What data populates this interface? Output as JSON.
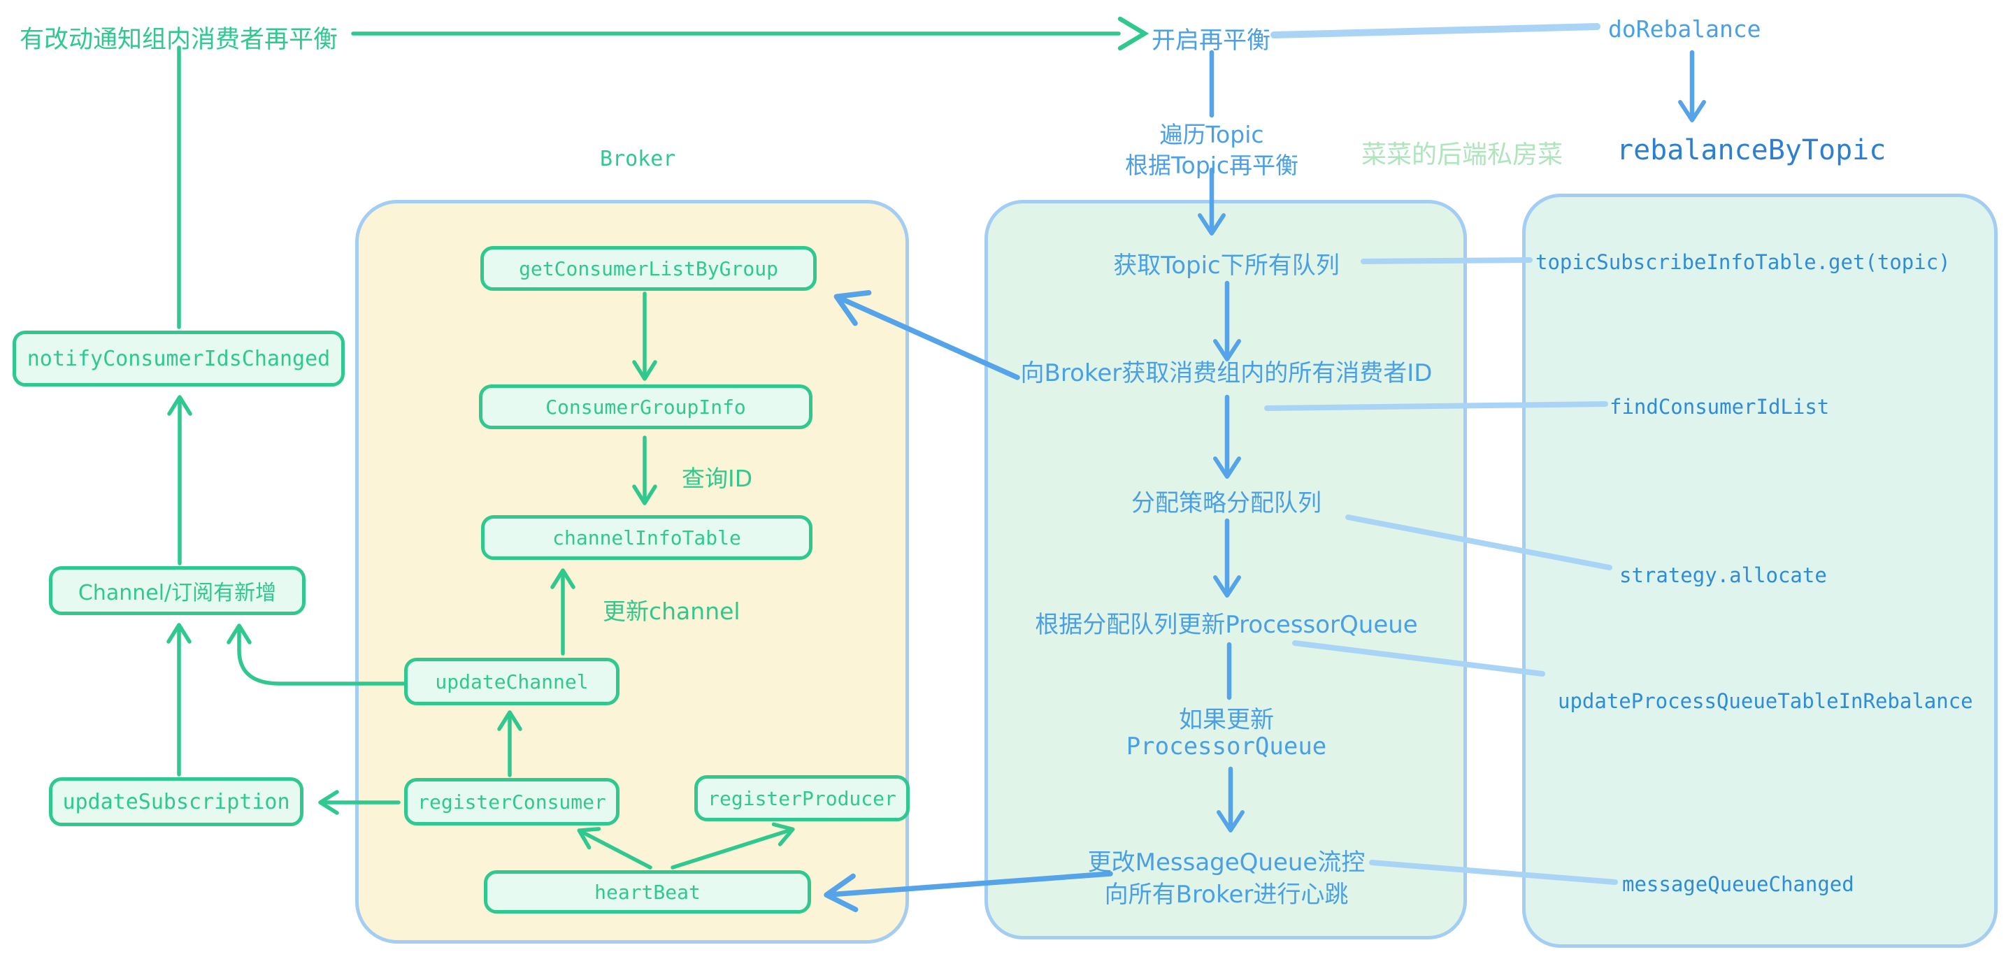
{
  "colors": {
    "green": "#2fc98f",
    "node_fill": "#e7faf2",
    "panel_border": "#a3cdf2",
    "broker_panel_fill": "#fbf4d6",
    "flow_panel_fill": "#e0f5e8",
    "api_panel_fill": "#def4ec",
    "blue_text": "#4a9fe5",
    "code_blue": "#2e8cd8",
    "title_blue": "#2d7fd2",
    "blue_arrow": "#55a4e9",
    "light_blue_connector": "#a9d4f6",
    "watermark_green": "#aee5bd"
  },
  "top": {
    "notify_rebalance": "有改动通知组内消费者再平衡",
    "start_rebalance": "开启再平衡",
    "do_rebalance": "doRebalance",
    "rebalance_by_topic": "rebalanceByTopic",
    "iterate_topic_line1": "遍历Topic",
    "iterate_topic_line2": "根据Topic再平衡",
    "watermark": "菜菜的后端私房菜"
  },
  "left_column": {
    "notify_consumer_ids_changed": "notifyConsumerIdsChanged",
    "channel_subscription_new": "Channel/订阅有新增",
    "update_subscription": "updateSubscription"
  },
  "broker": {
    "title": "Broker",
    "boxes": {
      "get_consumer_list_by_group": "getConsumerListByGroup",
      "consumer_group_info": "ConsumerGroupInfo",
      "channel_info_table": "channelInfoTable",
      "update_channel": "updateChannel",
      "register_consumer": "registerConsumer",
      "register_producer": "registerProducer",
      "heart_beat": "heartBeat"
    },
    "labels": {
      "query_id": "查询ID",
      "update_channel_note": "更新channel"
    }
  },
  "flow": {
    "s1": "获取Topic下所有队列",
    "s2": "向Broker获取消费组内的所有消费者ID",
    "s3": "分配策略分配队列",
    "s4": "根据分配队列更新ProcessorQueue",
    "s5a": "如果更新",
    "s5b": "ProcessorQueue",
    "s6a": "更改MessageQueue流控",
    "s6b": "向所有Broker进行心跳"
  },
  "api": {
    "l1": "topicSubscribeInfoTable.get(topic)",
    "l2": "findConsumerIdList",
    "l3": "strategy.allocate",
    "l4": "updateProcessQueueTableInRebalance",
    "l5": "messageQueueChanged"
  }
}
